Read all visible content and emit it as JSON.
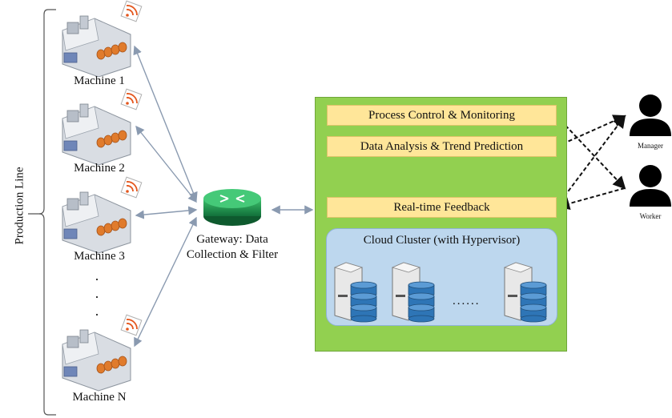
{
  "production_line_label": "Production Line",
  "machines": [
    {
      "label": "Machine 1"
    },
    {
      "label": "Machine 2"
    },
    {
      "label": "Machine 3"
    },
    {
      "label": "Machine N"
    }
  ],
  "gateway": {
    "label_line1": "Gateway: Data",
    "label_line2": "Collection & Filter"
  },
  "panel": {
    "bars": [
      "Process Control & Monitoring",
      "Data Analysis & Trend Prediction",
      "Real-time Feedback"
    ],
    "cloud_title": "Cloud Cluster (with Hypervisor)",
    "servers_ellipsis": "......",
    "server_count_shown": 3
  },
  "people": [
    {
      "label": "Manager"
    },
    {
      "label": "Worker"
    }
  ],
  "colors": {
    "panel_green": "#92d050",
    "bar_yellow": "#ffe699",
    "cloud_blue": "#bdd7ee",
    "gateway_green": "#1e8c4a",
    "arrow_gray": "#8a9ab0",
    "machine_orange": "#e07b2c"
  },
  "icons": {
    "machine": "industrial-machine-icon",
    "wifi": "wifi-signal-icon",
    "gateway": "router-icon",
    "server": "server-database-icon",
    "person": "person-icon"
  }
}
